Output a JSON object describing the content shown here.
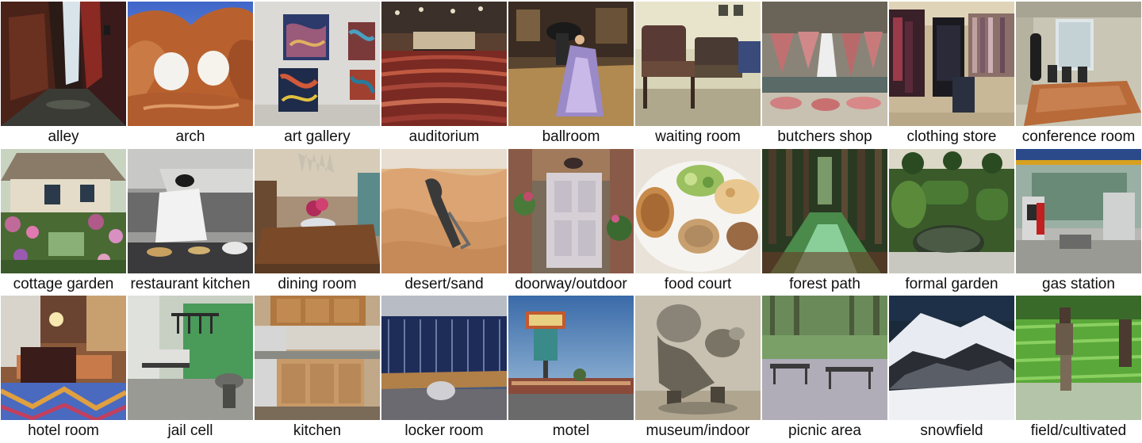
{
  "rows": [
    {
      "cells": [
        {
          "label": "alley",
          "scene": "alley"
        },
        {
          "label": "arch",
          "scene": "arch"
        },
        {
          "label": "art gallery",
          "scene": "art-gallery"
        },
        {
          "label": "auditorium",
          "scene": "auditorium"
        },
        {
          "label": "ballroom",
          "scene": "ballroom"
        },
        {
          "label": "waiting room",
          "scene": "waiting-room"
        },
        {
          "label": "butchers shop",
          "scene": "butchers-shop"
        },
        {
          "label": "clothing store",
          "scene": "clothing-store"
        },
        {
          "label": "conference room",
          "scene": "conference-room"
        }
      ]
    },
    {
      "cells": [
        {
          "label": "cottage garden",
          "scene": "cottage-garden"
        },
        {
          "label": "restaurant kitchen",
          "scene": "restaurant-kitchen"
        },
        {
          "label": "dining room",
          "scene": "dining-room"
        },
        {
          "label": "desert/sand",
          "scene": "desert-sand"
        },
        {
          "label": "doorway/outdoor",
          "scene": "doorway-outdoor"
        },
        {
          "label": "food court",
          "scene": "food-court"
        },
        {
          "label": "forest path",
          "scene": "forest-path"
        },
        {
          "label": "formal garden",
          "scene": "formal-garden"
        },
        {
          "label": "gas station",
          "scene": "gas-station"
        }
      ]
    },
    {
      "cells": [
        {
          "label": "hotel room",
          "scene": "hotel-room"
        },
        {
          "label": "jail cell",
          "scene": "jail-cell"
        },
        {
          "label": "kitchen",
          "scene": "kitchen"
        },
        {
          "label": "locker room",
          "scene": "locker-room"
        },
        {
          "label": "motel",
          "scene": "motel"
        },
        {
          "label": "museum/indoor",
          "scene": "museum-indoor"
        },
        {
          "label": "picnic area",
          "scene": "picnic-area"
        },
        {
          "label": "snowfield",
          "scene": "snowfield"
        },
        {
          "label": "field/cultivated",
          "scene": "field-cultivated"
        }
      ]
    }
  ]
}
